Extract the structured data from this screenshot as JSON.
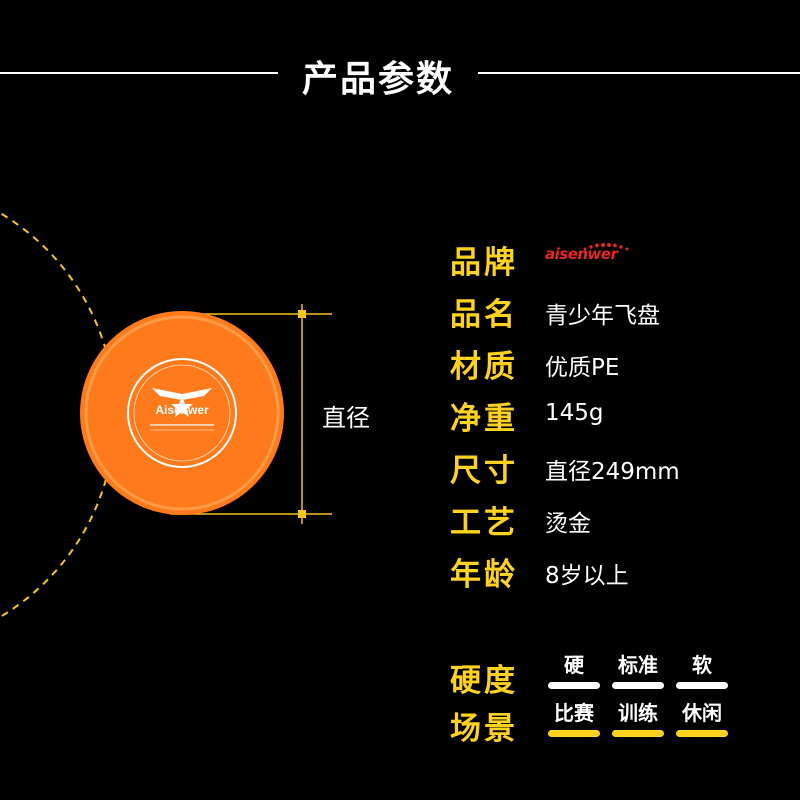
{
  "title": "产品参数",
  "disc": {
    "diameter_label": "直径",
    "center_text": "Aisenwer",
    "colors": {
      "disc": "#ff7a1a",
      "dash": "#f5c518"
    }
  },
  "specs": [
    {
      "key": "品牌",
      "value": "aisenwer",
      "logo": true
    },
    {
      "key": "品名",
      "value": "青少年飞盘"
    },
    {
      "key": "材质",
      "value": "优质PE"
    },
    {
      "key": "净重",
      "value": "145g"
    },
    {
      "key": "尺寸",
      "value": "直径249mm"
    },
    {
      "key": "工艺",
      "value": "烫金"
    },
    {
      "key": "年龄",
      "value": "8岁以上"
    }
  ],
  "scales": [
    {
      "key": "硬度",
      "options": [
        {
          "label": "硬",
          "on": false
        },
        {
          "label": "标准",
          "on": false
        },
        {
          "label": "软",
          "on": false
        }
      ]
    },
    {
      "key": "场景",
      "options": [
        {
          "label": "比赛",
          "on": true
        },
        {
          "label": "训练",
          "on": true
        },
        {
          "label": "休闲",
          "on": true
        }
      ]
    }
  ],
  "colors": {
    "accent": "#ffd21f",
    "brand": "#e8261e",
    "background": "#000000"
  }
}
